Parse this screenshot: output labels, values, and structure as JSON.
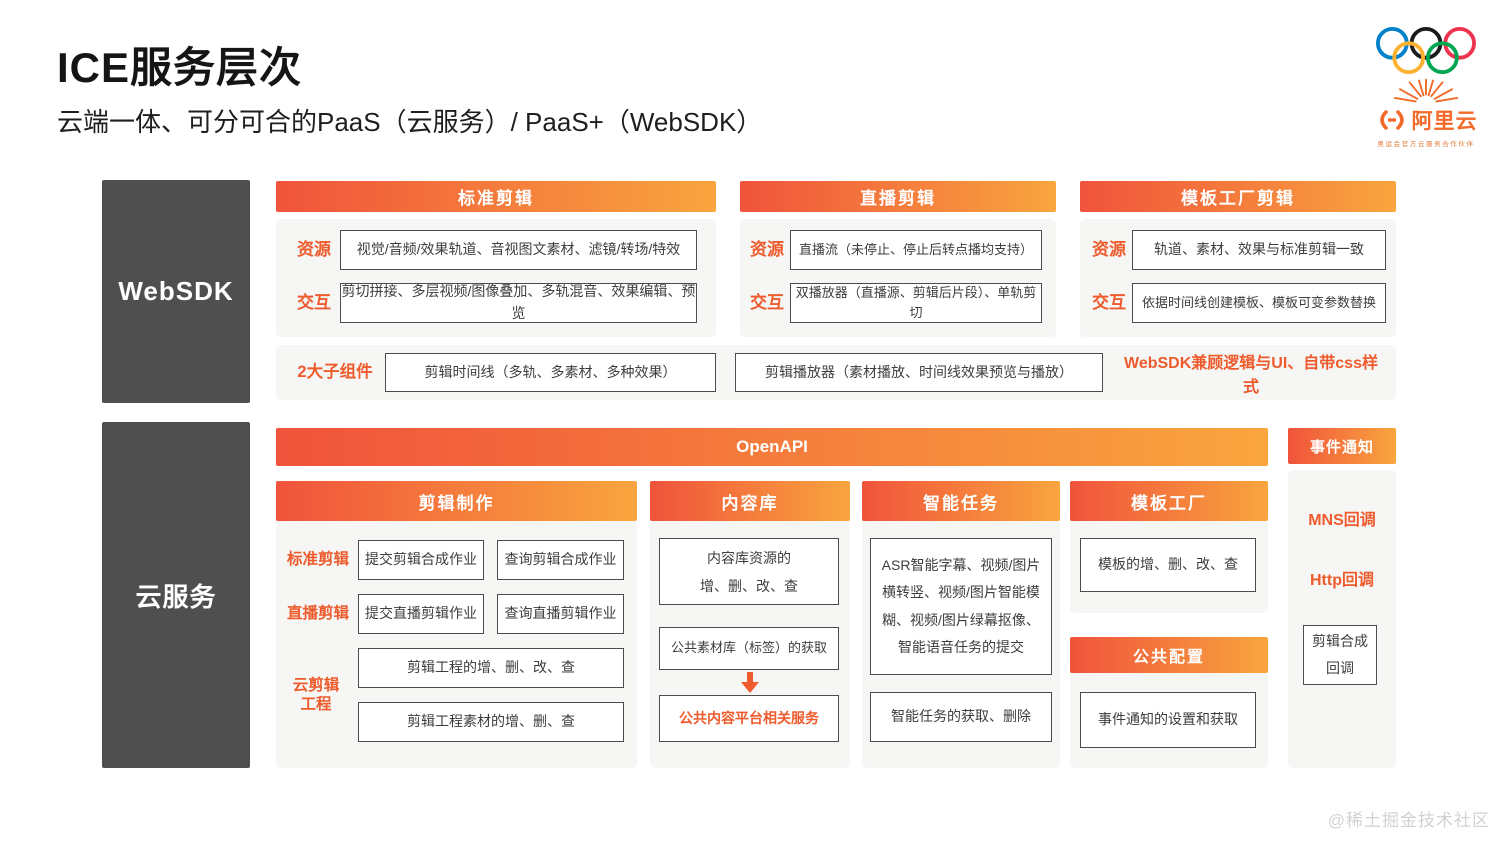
{
  "page": {
    "title": "ICE服务层次",
    "subtitle": "云端一体、可分可合的PaaS（云服务）/ PaaS+（WebSDK）",
    "watermark": "@稀土掘金技术社区"
  },
  "logo": {
    "brand": "阿里云",
    "tagline": "奥运会官方云服务合作伙伴"
  },
  "colors": {
    "accent_orange": "#ee5b2d",
    "gradient_start": "#f0533b",
    "gradient_end": "#f9a53e",
    "dark_block": "#4f4f4f",
    "panel_bg": "#f6f6f5"
  },
  "websdk": {
    "label": "WebSDK",
    "columns": [
      {
        "header": "标准剪辑",
        "rows": [
          {
            "label": "资源",
            "text": "视觉/音频/效果轨道、音视图文素材、滤镜/转场/特效"
          },
          {
            "label": "交互",
            "text": "剪切拼接、多层视频/图像叠加、多轨混音、效果编辑、预览"
          }
        ]
      },
      {
        "header": "直播剪辑",
        "rows": [
          {
            "label": "资源",
            "text": "直播流（未停止、停止后转点播均支持）"
          },
          {
            "label": "交互",
            "text": "双播放器（直播源、剪辑后片段）、单轨剪切"
          }
        ]
      },
      {
        "header": "模板工厂剪辑",
        "rows": [
          {
            "label": "资源",
            "text": "轨道、素材、效果与标准剪辑一致"
          },
          {
            "label": "交互",
            "text": "依据时间线创建模板、模板可变参数替换"
          }
        ]
      }
    ],
    "components": {
      "label": "2大子组件",
      "timeline_box": "剪辑时间线（多轨、多素材、多种效果）",
      "player_box": "剪辑播放器（素材播放、时间线效果预览与播放）",
      "note": "WebSDK兼顾逻辑与UI、自带css样式"
    }
  },
  "cloud": {
    "label": "云服务",
    "openapi": "OpenAPI",
    "editing": {
      "header": "剪辑制作",
      "rows": [
        {
          "label": "标准剪辑",
          "boxes": [
            "提交剪辑合成作业",
            "查询剪辑合成作业"
          ]
        },
        {
          "label": "直播剪辑",
          "boxes": [
            "提交直播剪辑作业",
            "查询直播剪辑作业"
          ]
        },
        {
          "label": "云剪辑工程",
          "boxes": [
            "剪辑工程的增、删、改、查",
            "剪辑工程素材的增、删、查"
          ]
        }
      ]
    },
    "library": {
      "header": "内容库",
      "box1_line1": "内容库资源的",
      "box1_line2": "增、删、改、查",
      "box2": "公共素材库（标签）的获取",
      "box3": "公共内容平台相关服务"
    },
    "tasks": {
      "header": "智能任务",
      "box1": "ASR智能字幕、视频/图片横转竖、视频/图片智能模糊、视频/图片绿幕抠像、智能语音任务的提交",
      "box2": "智能任务的获取、删除"
    },
    "template": {
      "header": "模板工厂",
      "box1": "模板的增、删、改、查"
    },
    "config": {
      "header": "公共配置",
      "box1": "事件通知的设置和获取"
    },
    "events": {
      "header": "事件通知",
      "item1": "MNS回调",
      "item2": "Http回调",
      "box_line1": "剪辑合成",
      "box_line2": "回调"
    }
  }
}
